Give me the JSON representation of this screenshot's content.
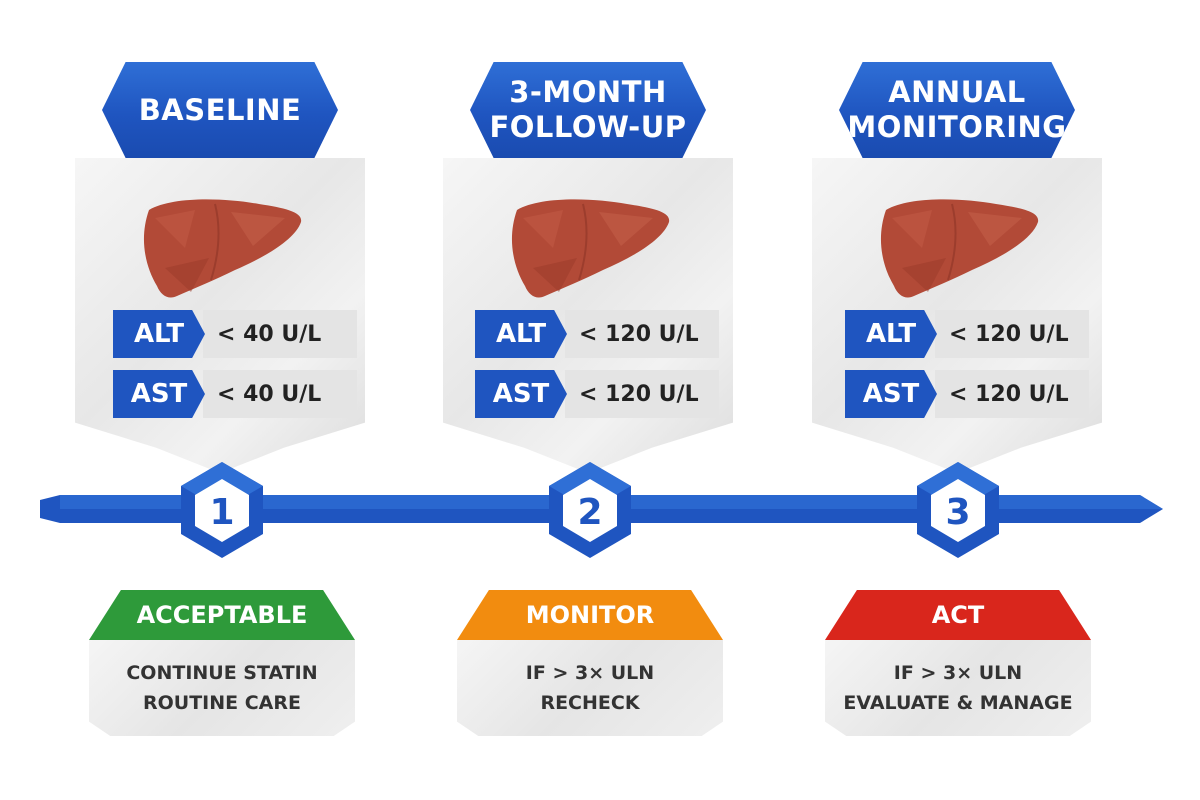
{
  "colors": {
    "blue": "#1f55c0",
    "green": "#2e9a3a",
    "orange": "#f28c0f",
    "red": "#d9261c",
    "liver": "#b24a37"
  },
  "stages": [
    {
      "number": "1",
      "title_lines": [
        "BASELINE"
      ],
      "metrics": [
        {
          "label": "ALT",
          "value": "< 40 U/L"
        },
        {
          "label": "AST",
          "value": "< 40 U/L"
        }
      ],
      "outcome": {
        "label": "ACCEPTABLE",
        "lines": [
          "CONTINUE STATIN",
          "ROUTINE CARE"
        ]
      }
    },
    {
      "number": "2",
      "title_lines": [
        "3-MONTH",
        "FOLLOW-UP"
      ],
      "metrics": [
        {
          "label": "ALT",
          "value": "< 120 U/L"
        },
        {
          "label": "AST",
          "value": "< 120 U/L"
        }
      ],
      "outcome": {
        "label": "MONITOR",
        "lines": [
          "IF > 3× ULN",
          "RECHECK"
        ]
      }
    },
    {
      "number": "3",
      "title_lines": [
        "ANNUAL",
        "MONITORING"
      ],
      "metrics": [
        {
          "label": "ALT",
          "value": "< 120 U/L"
        },
        {
          "label": "AST",
          "value": "< 120 U/L"
        }
      ],
      "outcome": {
        "label": "ACT",
        "lines": [
          "IF > 3× ULN",
          "EVALUATE & MANAGE"
        ]
      }
    }
  ]
}
